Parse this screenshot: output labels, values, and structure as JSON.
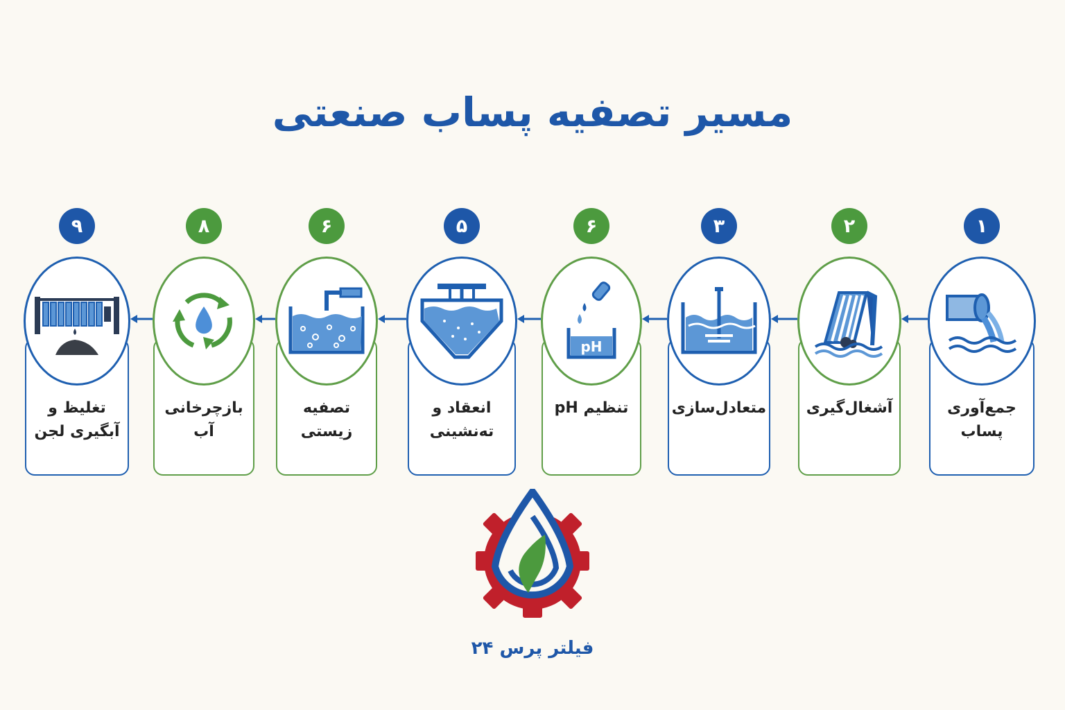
{
  "title": "مسیر تصفیه پساب صنعتی",
  "brand": "فیلتر پرس ۲۴",
  "colors": {
    "blue": "#1e57a8",
    "green": "#4c9a3e",
    "red": "#c0202b",
    "background": "#fbf9f3"
  },
  "steps": [
    {
      "number": "۱",
      "line1": "جمع‌آوری",
      "line2": "پساب",
      "icon": "pipe-outflow-icon",
      "theme": "blue"
    },
    {
      "number": "۲",
      "line1": "آشغال‌گیری",
      "line2": "",
      "icon": "bar-screen-icon",
      "theme": "green"
    },
    {
      "number": "۳",
      "line1": "متعادل‌سازی",
      "line2": "",
      "icon": "mixer-tank-icon",
      "theme": "blue"
    },
    {
      "number": "۶",
      "line1": "تنظیم pH",
      "line2": "",
      "icon": "ph-beaker-icon",
      "theme": "green"
    },
    {
      "number": "۵",
      "line1": "انعقاد و",
      "line2": "ته‌نشینی",
      "icon": "clarifier-icon",
      "theme": "blue"
    },
    {
      "number": "۶",
      "line1": "تصفیه",
      "line2": "زیستی",
      "icon": "aeration-tank-icon",
      "theme": "green"
    },
    {
      "number": "۸",
      "line1": "بازچرخانی",
      "line2": "آب",
      "icon": "recycle-water-icon",
      "theme": "green"
    },
    {
      "number": "۹",
      "line1": "تغلیظ و",
      "line2": "آبگیری لجن",
      "icon": "filter-press-icon",
      "theme": "blue"
    }
  ]
}
